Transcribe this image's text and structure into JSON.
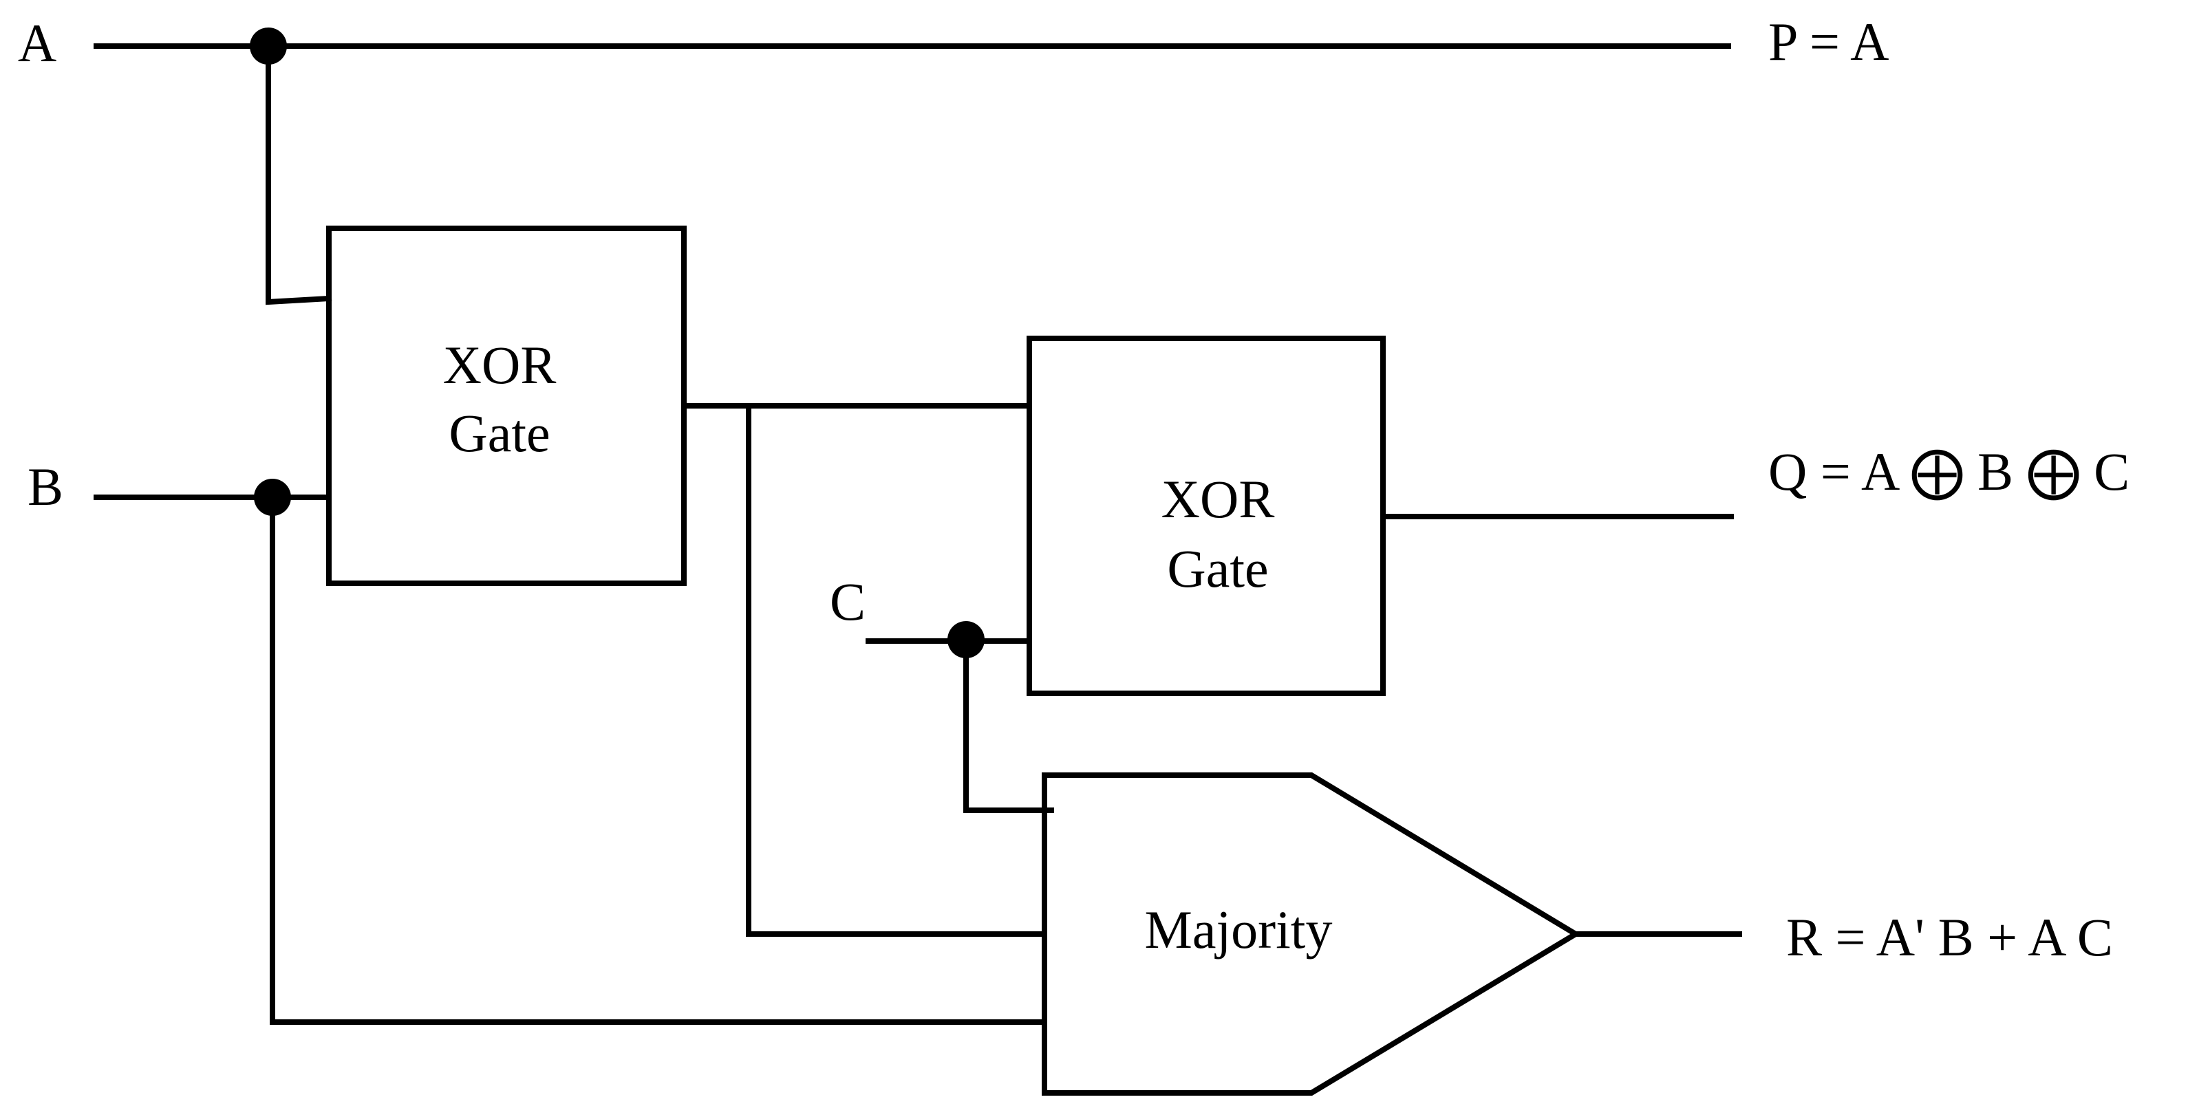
{
  "inputs": {
    "a": "A",
    "b": "B",
    "c": "C"
  },
  "outputs": {
    "p": "P = A",
    "q": "Q = A ⨁ B ⨁ C",
    "r": "R = A' B + A C"
  },
  "gates": {
    "xor1": {
      "line1": "XOR",
      "line2": "Gate"
    },
    "xor2": {
      "line1": "XOR",
      "line2": "Gate"
    },
    "majority": {
      "label": "Majority"
    }
  }
}
